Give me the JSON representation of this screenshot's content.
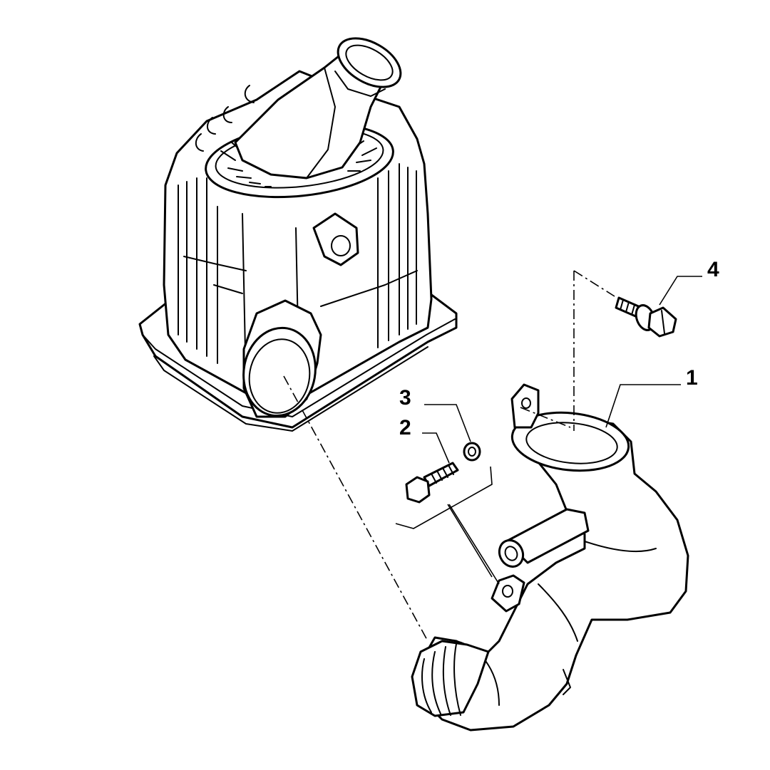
{
  "callouts": [
    {
      "id": "1",
      "label": "1",
      "part": "air-duct"
    },
    {
      "id": "2",
      "label": "2",
      "part": "bolt"
    },
    {
      "id": "3",
      "label": "3",
      "part": "washer"
    },
    {
      "id": "4",
      "label": "4",
      "part": "flange-screw"
    }
  ],
  "colors": {
    "line": "#000000",
    "background": "#ffffff"
  }
}
